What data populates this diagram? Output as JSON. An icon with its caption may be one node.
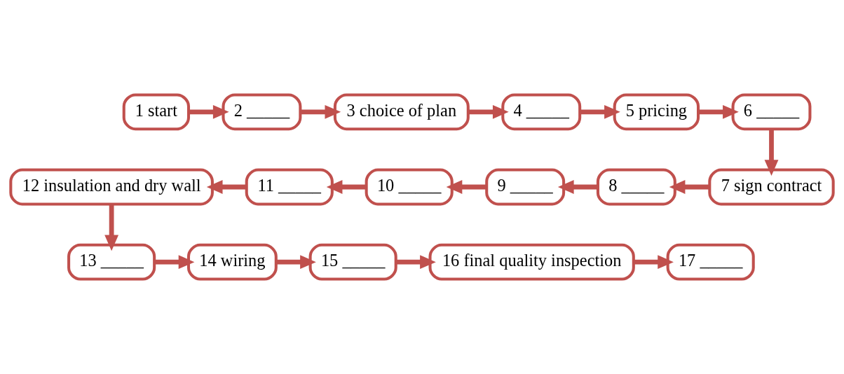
{
  "diagram": {
    "nodes": [
      {
        "text": [
          "1 start"
        ]
      },
      {
        "text": [
          "2 _____"
        ]
      },
      {
        "text": [
          "3 choice of plan"
        ]
      },
      {
        "text": [
          "4 _____"
        ]
      },
      {
        "text": [
          "5 pricing"
        ]
      },
      {
        "text": [
          "6 _____"
        ]
      },
      {
        "text": [
          "7 sign contract"
        ]
      },
      {
        "text": [
          "8 _____"
        ]
      },
      {
        "text": [
          "9 _____"
        ]
      },
      {
        "text": [
          "10 _____"
        ]
      },
      {
        "text": [
          "11 _____"
        ]
      },
      {
        "text": [
          "12 insulation and dry wall"
        ]
      },
      {
        "text": [
          "13 _____"
        ]
      },
      {
        "text": [
          "14 wiring"
        ]
      },
      {
        "text": [
          "15 _____"
        ]
      },
      {
        "text": [
          "16 final quality inspection"
        ]
      },
      {
        "text": [
          "17 _____"
        ]
      }
    ],
    "edges": [
      {
        "from": 0,
        "to": 1,
        "arrow": "to"
      },
      {
        "from": 1,
        "to": 2,
        "arrow": "to"
      },
      {
        "from": 2,
        "to": 3,
        "arrow": "to"
      },
      {
        "from": 3,
        "to": 4,
        "arrow": "to"
      },
      {
        "from": 4,
        "to": 5,
        "arrow": "to"
      },
      {
        "from": 5,
        "to": 6,
        "arrow": "to"
      },
      {
        "from": 6,
        "to": 7,
        "arrow": "to"
      },
      {
        "from": 7,
        "to": 8,
        "arrow": "to"
      },
      {
        "from": 8,
        "to": 9,
        "arrow": "to"
      },
      {
        "from": 9,
        "to": 10,
        "arrow": "to"
      },
      {
        "from": 10,
        "to": 11,
        "arrow": "to"
      },
      {
        "from": 11,
        "to": 12,
        "arrow": "to"
      },
      {
        "from": 12,
        "to": 13,
        "arrow": "to"
      },
      {
        "from": 13,
        "to": 14,
        "arrow": "to"
      },
      {
        "from": 14,
        "to": 15,
        "arrow": "to"
      },
      {
        "from": 15,
        "to": 16,
        "arrow": "to"
      }
    ]
  }
}
